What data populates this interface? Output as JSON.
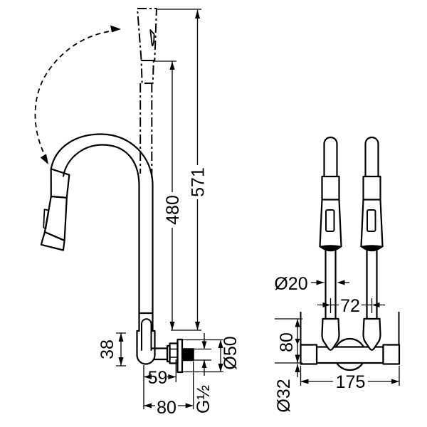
{
  "drawing": {
    "kind": "faucet-installation-diagram",
    "colors": {
      "line": "#000000",
      "background": "#ffffff"
    },
    "side_view": {
      "dim_total_height": "571",
      "dim_hose_height": "480",
      "dim_body_offset": "38",
      "dim_spout_depth": "59",
      "dim_total_depth": "80",
      "dim_thread": "G½",
      "dim_flange_dia": "Ø50"
    },
    "front_view": {
      "dim_hose_dia": "Ø20",
      "dim_hose_spacing": "72",
      "dim_bracket_height": "80",
      "dim_bar_dia": "Ø32",
      "dim_bracket_width": "175"
    }
  }
}
